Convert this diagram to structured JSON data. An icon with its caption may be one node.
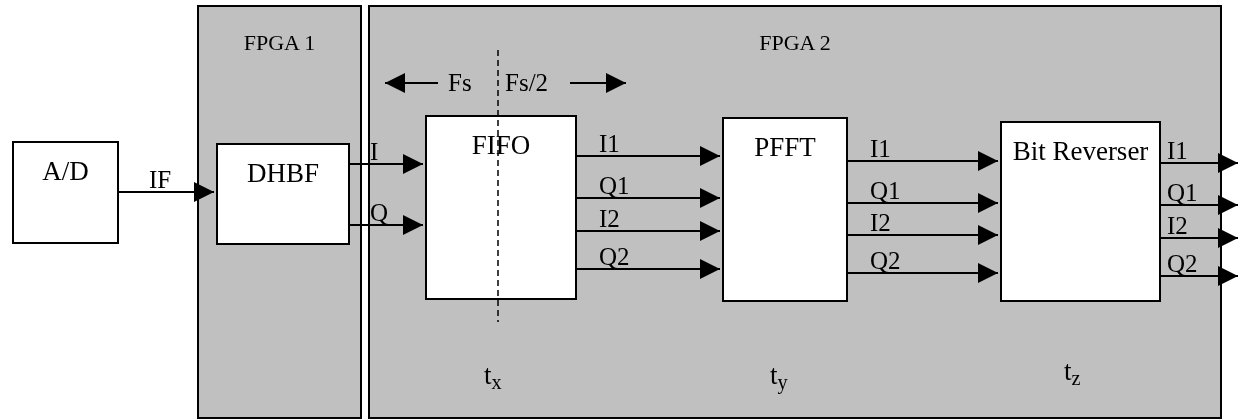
{
  "diagram": {
    "nodes": [
      {
        "text": [
          "A/D"
        ]
      },
      {
        "text": [
          "FPGA 1"
        ]
      },
      {
        "text": [
          "DHBF"
        ],
        "in": 1
      },
      {
        "text": [
          "FPGA 2"
        ]
      },
      {
        "text": [
          "FIFO"
        ],
        "in": 3,
        "beside": [
          "t$_{x}$"
        ]
      },
      {
        "text": [
          "PFFT"
        ],
        "in": 3,
        "beside": [
          "t$_{y}$"
        ]
      },
      {
        "text": [
          "Bit Reverser"
        ],
        "in": 3,
        "beside": [
          "t$_{z}$"
        ]
      }
    ],
    "edges": [
      {
        "from": 0,
        "to": 2,
        "arrow": "to",
        "label": "IF"
      },
      {
        "from": 2,
        "to": 4,
        "arrow": "to",
        "label": "I"
      },
      {
        "from": 2,
        "to": 4,
        "arrow": "to",
        "label": "Q"
      },
      {
        "from": 4,
        "to": 5,
        "arrow": "to",
        "label": "I1"
      },
      {
        "from": 4,
        "to": 5,
        "arrow": "to",
        "label": "Q1"
      },
      {
        "from": 4,
        "to": 5,
        "arrow": "to",
        "label": "I2"
      },
      {
        "from": 4,
        "to": 5,
        "arrow": "to",
        "label": "Q2"
      },
      {
        "from": 5,
        "to": 6,
        "arrow": "to",
        "label": "I1"
      },
      {
        "from": 5,
        "to": 6,
        "arrow": "to",
        "label": "Q1"
      },
      {
        "from": 5,
        "to": 6,
        "arrow": "to",
        "label": "I2"
      },
      {
        "from": 5,
        "to": 6,
        "arrow": "to",
        "label": "Q2"
      },
      {
        "from": 6,
        "to": null,
        "arrow": "to",
        "label": "I1"
      },
      {
        "from": 6,
        "to": null,
        "arrow": "to",
        "label": "Q1"
      },
      {
        "from": 6,
        "to": null,
        "arrow": "to",
        "label": "I2"
      },
      {
        "from": 6,
        "to": null,
        "arrow": "to",
        "label": "Q2"
      }
    ],
    "labels": [
      "Fs",
      "Fs/2"
    ]
  }
}
